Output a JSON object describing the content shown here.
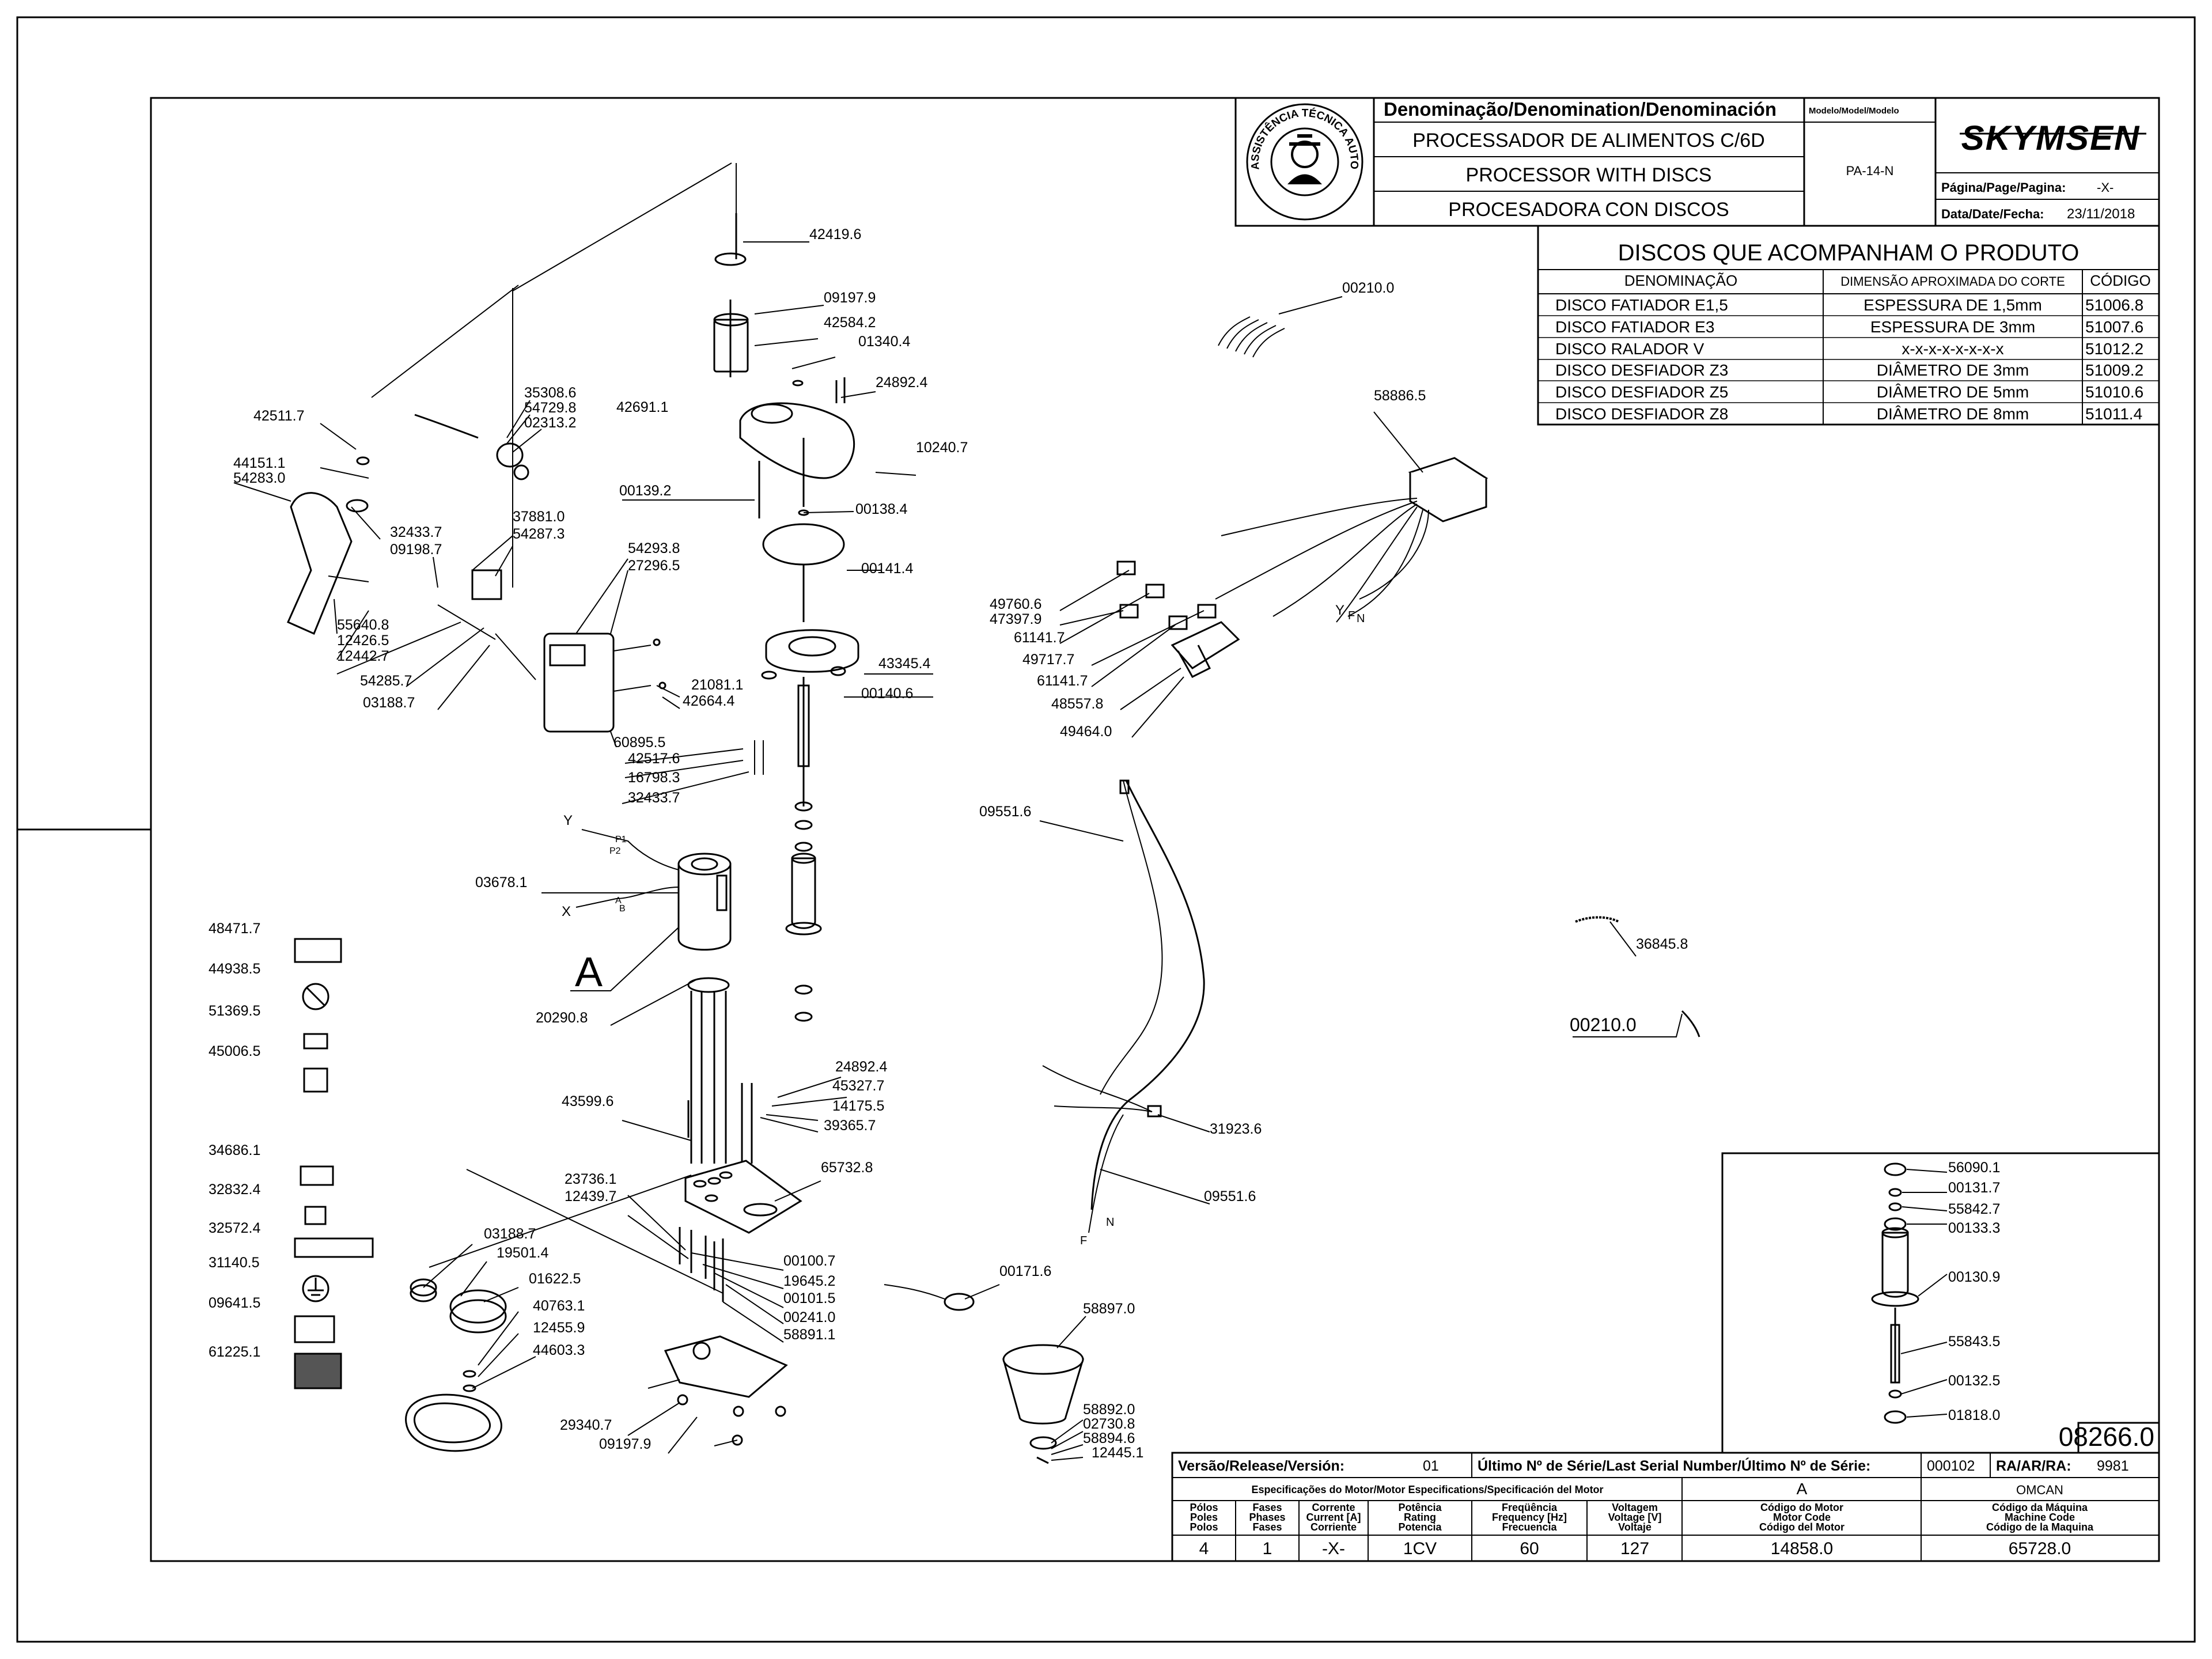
{
  "title_block": {
    "seal_text": "ASSISTÊNCIA TÉCNICA AUTORIZADA",
    "header_label": "Denominação/Denomination/Denominación",
    "model_label": "Modelo/Model/Modelo",
    "name_pt": "PROCESSADOR DE ALIMENTOS C/6D",
    "name_en": "PROCESSOR WITH DISCS",
    "name_es": "PROCESADORA CON DISCOS",
    "model": "PA-14-N",
    "brand": "SKYMSEN",
    "page_label": "Página/Page/Pagina:",
    "page_value": "-X-",
    "date_label": "Data/Date/Fecha:",
    "date_value": "23/11/2018"
  },
  "discs_table": {
    "title": "DISCOS QUE ACOMPANHAM O PRODUTO",
    "headers": [
      "DENOMINAÇÃO",
      "DIMENSÃO APROXIMADA DO CORTE",
      "CÓDIGO"
    ],
    "rows": [
      [
        "DISCO FATIADOR E1,5",
        "ESPESSURA DE 1,5mm",
        "51006.8"
      ],
      [
        "DISCO FATIADOR E3",
        "ESPESSURA DE 3mm",
        "51007.6"
      ],
      [
        "DISCO RALADOR V",
        "x-x-x-x-x-x-x-x",
        "51012.2"
      ],
      [
        "DISCO DESFIADOR Z3",
        "DIÂMETRO DE 3mm",
        "51009.2"
      ],
      [
        "DISCO DESFIADOR Z5",
        "DIÂMETRO DE 5mm",
        "51010.6"
      ],
      [
        "DISCO DESFIADOR Z8",
        "DIÂMETRO DE 8mm",
        "51011.4"
      ]
    ]
  },
  "part_labels": [
    "42419.6",
    "09197.9",
    "42584.2",
    "01340.4",
    "24892.4",
    "42691.1",
    "10240.7",
    "00139.2",
    "00138.4",
    "00141.4",
    "43345.4",
    "00140.6",
    "35308.6",
    "54729.8",
    "02313.2",
    "42511.7",
    "44151.1",
    "54283.0",
    "32433.7",
    "09198.7",
    "37881.0",
    "54287.3",
    "54293.8",
    "27296.5",
    "55640.8",
    "12426.5",
    "12442.7",
    "54285.7",
    "03188.7",
    "21081.1",
    "42664.4",
    "60895.5",
    "42517.6",
    "16798.3",
    "32433.7",
    "03678.1",
    "20290.8",
    "43599.6",
    "24892.4",
    "45327.7",
    "14175.5",
    "39365.7",
    "23736.1",
    "12439.7",
    "65732.8",
    "00100.7",
    "19645.2",
    "00101.5",
    "00241.0",
    "58891.1",
    "03188.7",
    "19501.4",
    "01622.5",
    "40763.1",
    "12455.9",
    "44603.3",
    "29340.7",
    "09197.9",
    "48471.7",
    "44938.5",
    "51369.5",
    "45006.5",
    "34686.1",
    "32832.4",
    "32572.4",
    "31140.5",
    "09641.5",
    "61225.1",
    "00210.0",
    "58886.5",
    "49760.6",
    "47397.9",
    "61141.7",
    "49717.7",
    "61141.7",
    "48557.8",
    "49464.0",
    "09551.6",
    "31923.6",
    "09551.6",
    "00171.6",
    "58897.0",
    "58892.0",
    "02730.8",
    "58894.6",
    "12445.1",
    "36845.8",
    "00210.0",
    "56090.1",
    "00131.7",
    "55842.7",
    "00133.3",
    "00130.9",
    "55843.5",
    "00132.5",
    "01818.0"
  ],
  "motor_letter": "A",
  "wire_labels": {
    "y": "Y",
    "x": "X",
    "p1": "P1",
    "p2": "P2",
    "n": "N",
    "f": "F",
    "a": "A",
    "b": "B"
  },
  "detail_code": "08266.0",
  "release_block": {
    "version_label": "Versão/Release/Versión:",
    "version_value": "01",
    "serial_label": "Último Nº de Série/Last Serial Number/Último Nº de Série:",
    "serial_value": "000102",
    "ra_label": "RA/AR/RA:",
    "ra_value": "9981",
    "spec_label": "Especificações do Motor/Motor Especifications/Specificación del Motor",
    "spec_motor": "A",
    "spec_brand": "OMCAN",
    "col_headers": [
      [
        "Pólos",
        "Poles",
        "Polos"
      ],
      [
        "Fases",
        "Phases",
        "Fases"
      ],
      [
        "Corrente",
        "Current [A]",
        "Corriente"
      ],
      [
        "Potência",
        "Rating",
        "Potencia"
      ],
      [
        "Freqüência",
        "Frequency [Hz]",
        "Frecuencia"
      ],
      [
        "Voltagem",
        "Voltage [V]",
        "Voltaje"
      ],
      [
        "Código do Motor",
        "Motor Code",
        "Código del Motor"
      ],
      [
        "Código da Máquina",
        "Machine Code",
        "Código de la Maquina"
      ]
    ],
    "values": [
      "4",
      "1",
      "-X-",
      "1CV",
      "60",
      "127",
      "14858.0",
      "65728.0"
    ]
  }
}
